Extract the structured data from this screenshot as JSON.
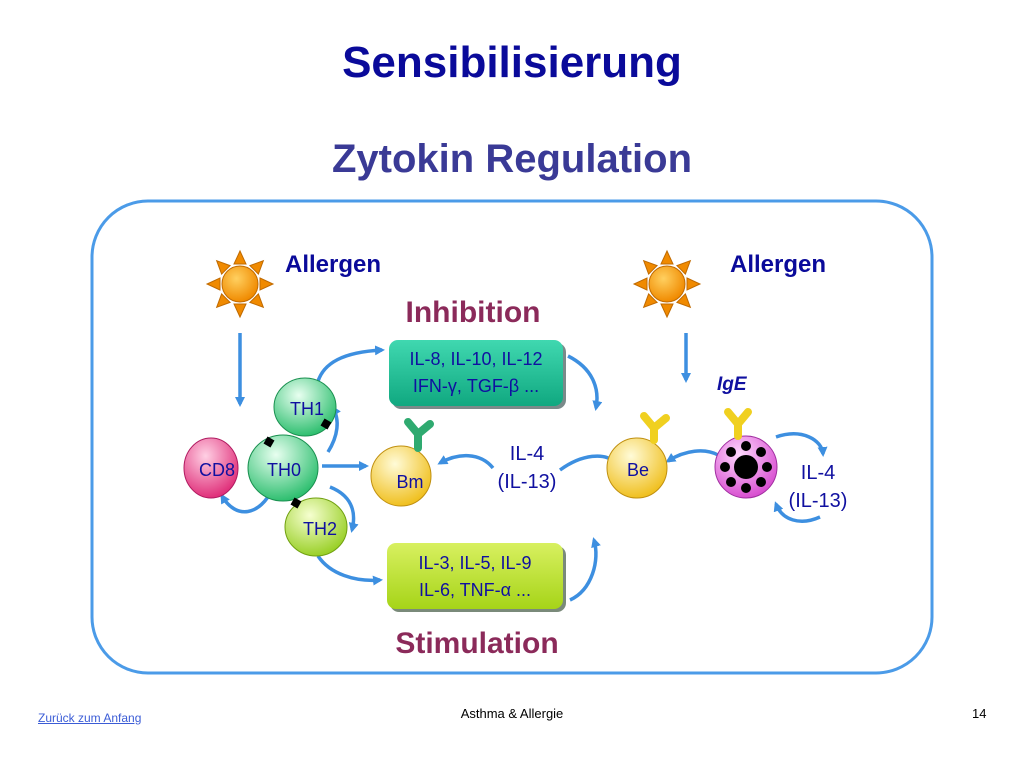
{
  "slide": {
    "title": "Sensibilisierung",
    "subtitle": "Zytokin Regulation"
  },
  "diagram": {
    "allergen_left": "Allergen",
    "allergen_right": "Allergen",
    "inhibition_label": "Inhibition",
    "stimulation_label": "Stimulation",
    "inhibition_box": {
      "line1": "IL-8, IL-10, IL-12",
      "line2": "IFN-γ, TGF-β ..."
    },
    "stimulation_box": {
      "line1": "IL-3, IL-5, IL-9",
      "line2": "IL-6, TNF-α ..."
    },
    "cells": {
      "cd8": "CD8",
      "th0": "TH0",
      "th1": "TH1",
      "th2": "TH2",
      "bm": "Bm",
      "be": "Be"
    },
    "ige_label": "IgE",
    "il4_center": {
      "line1": "IL-4",
      "line2": "(IL-13)"
    },
    "il4_right": {
      "line1": "IL-4",
      "line2": "(IL-13)"
    },
    "colors": {
      "title": "#0a0a9a",
      "subtitle": "#3a3a96",
      "frame": "#4b9be8",
      "label_maroon": "#8b2a5a",
      "cyto_text": "#1010a0",
      "inhibition_box": "#1ab890",
      "stimulation_box": "#b4e020"
    }
  },
  "footer": {
    "link": "Zurück zum Anfang",
    "center": "Asthma & Allergie",
    "page": "14"
  }
}
